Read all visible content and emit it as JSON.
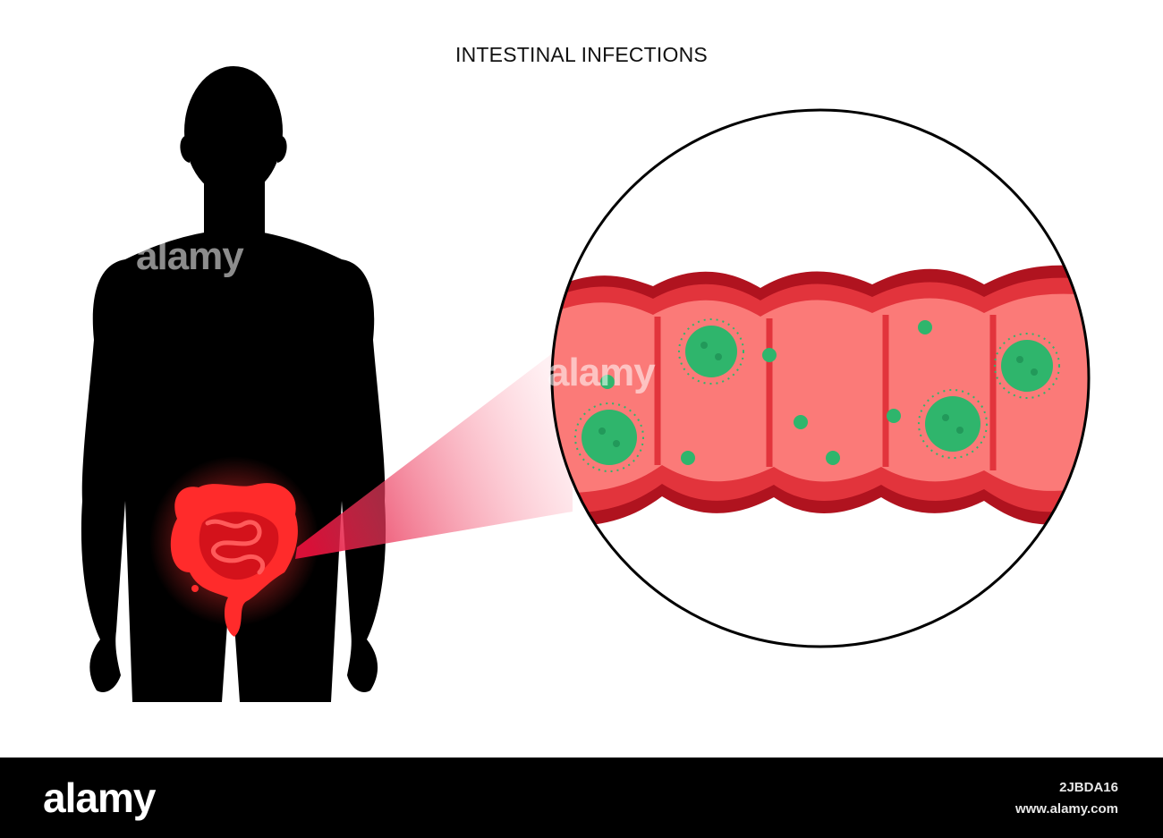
{
  "title": "INTESTINAL INFECTIONS",
  "colors": {
    "silhouette": "#000000",
    "intestine_red": "#ff1a1a",
    "tissue_outer": "#b0131f",
    "tissue_wall": "#e2343c",
    "tissue_inner": "#fb7a78",
    "virus_green": "#2fb56c",
    "circle_outline": "#000000"
  },
  "icons": {
    "body": "human-silhouette",
    "organ": "intestines",
    "virus": "virus-particle"
  },
  "watermark": {
    "text": "alamy",
    "image_id": "2JBDA16",
    "site": "www.alamy.com"
  }
}
